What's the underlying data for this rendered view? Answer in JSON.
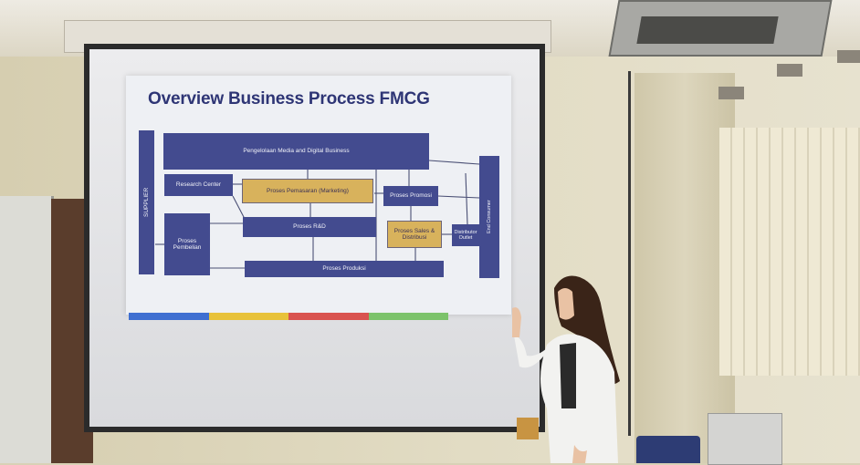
{
  "slide": {
    "title": "Overview Business Process FMCG",
    "boxes": {
      "supplier": "SUPPLIER",
      "media": "Pengelolaan Media and Digital Business",
      "research": "Research Center",
      "marketing": "Proses Pemasaran (Marketing)",
      "promosi": "Proses Promosi",
      "rnd": "Proses R&D",
      "pembelian": "Proses Pembelian",
      "sales": "Proses Sales & Distribusi",
      "outlet": "Distributor Outlet",
      "produksi": "Proses Produksi",
      "consumer": "End Consumer"
    },
    "stripe_colors": [
      "#3f6fd1",
      "#e8c23a",
      "#d9534f",
      "#7cc36b"
    ]
  },
  "colors": {
    "slide_navy": "#434b8f",
    "slide_gold": "#d8b25c",
    "title_navy": "#2e3575",
    "presenter_jacket": "#f2f2f0",
    "presenter_hair": "#3a2418"
  }
}
